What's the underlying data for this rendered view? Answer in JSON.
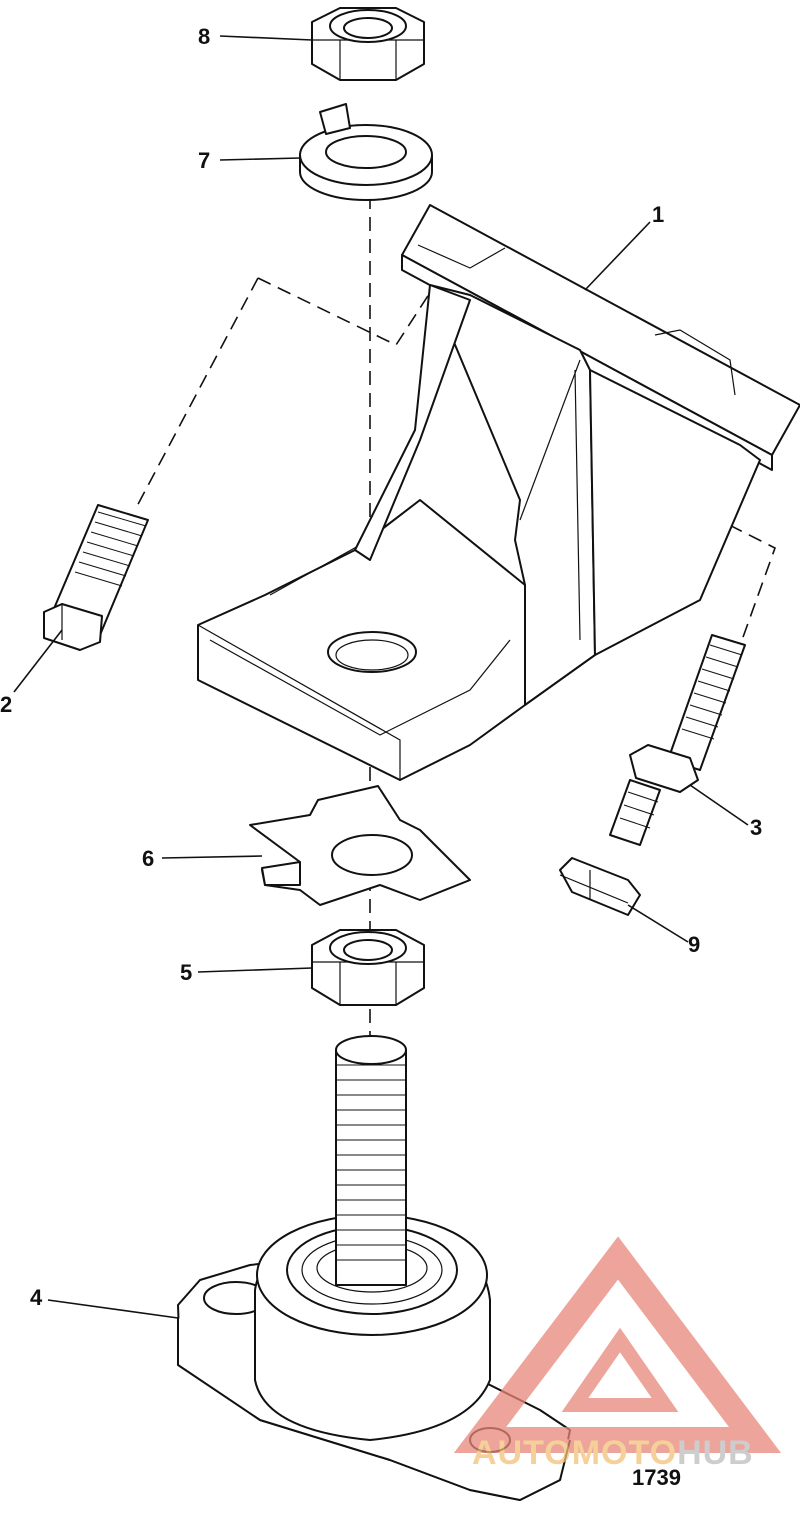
{
  "diagram": {
    "callouts": [
      {
        "id": "c1",
        "label": "1"
      },
      {
        "id": "c2",
        "label": "2"
      },
      {
        "id": "c3",
        "label": "3"
      },
      {
        "id": "c4",
        "label": "4"
      },
      {
        "id": "c5",
        "label": "5"
      },
      {
        "id": "c6",
        "label": "6"
      },
      {
        "id": "c7",
        "label": "7"
      },
      {
        "id": "c8",
        "label": "8"
      },
      {
        "id": "c9",
        "label": "9"
      }
    ],
    "figure_number": "1739"
  },
  "watermark": {
    "word_part1": "AUTOMOTO",
    "word_part2": "HUB",
    "color_primary": "#e8867a",
    "color_secondary": "#f2c178"
  }
}
